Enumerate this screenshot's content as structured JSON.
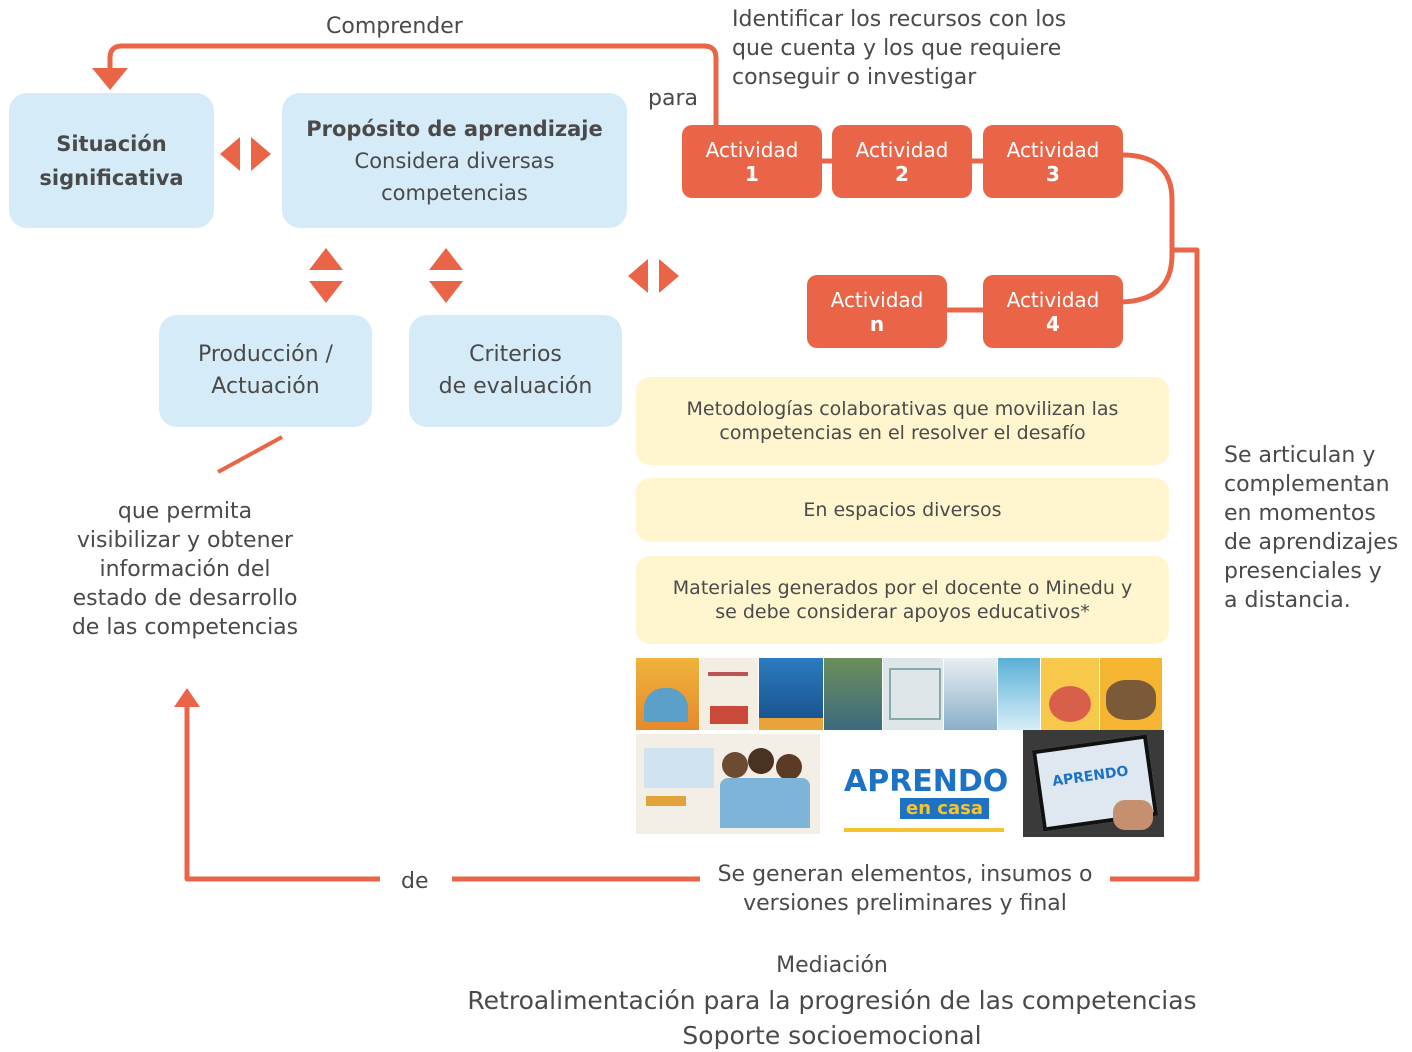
{
  "labels": {
    "comprender": "Comprender",
    "identificar": [
      "Identificar los recursos con los",
      "que cuenta y los que requiere",
      "conseguir o investigar"
    ],
    "para": "para",
    "de": "de",
    "que_permita": [
      "que permita",
      "visibilizar y obtener",
      "información del",
      "estado de desarrollo",
      "de las competencias"
    ],
    "se_articulan": [
      "Se articulan y",
      "complementan",
      "en momentos",
      "de aprendizajes",
      "presenciales y",
      "a distancia."
    ],
    "se_generan": [
      "Se generan elementos, insumos o",
      "versiones preliminares y final"
    ]
  },
  "boxes": {
    "situacion": [
      "Situación",
      "significativa"
    ],
    "proposito_title": "Propósito de aprendizaje",
    "proposito_sub": [
      "Considera diversas",
      "competencias"
    ],
    "produccion": [
      "Producción /",
      "Actuación"
    ],
    "criterios": [
      "Criterios",
      "de evaluación"
    ]
  },
  "activities": [
    {
      "label": "Actividad",
      "num": "1"
    },
    {
      "label": "Actividad",
      "num": "2"
    },
    {
      "label": "Actividad",
      "num": "3"
    },
    {
      "label": "Actividad",
      "num": "n"
    },
    {
      "label": "Actividad",
      "num": "4"
    }
  ],
  "notes": {
    "metodologias": [
      "Metodologías colaborativas que movilizan las",
      "competencias en el resolver el desafío"
    ],
    "espacios": "En espacios diversos",
    "materiales": [
      "Materiales generados por el docente o Minedu y",
      "se debe considerar apoyos educativos*"
    ]
  },
  "footer": {
    "mediacion": "Mediación",
    "retro": "Retroalimentación para la progresión de las competencias",
    "soporte": "Soporte socioemocional"
  },
  "images": {
    "aprendo_logo": [
      "APRENDO",
      "en casa"
    ],
    "tablet_text": "APRENDO"
  },
  "colors": {
    "accent": "#ea6547",
    "box_blue": "#d6ebf8",
    "box_yellow": "#fff6cf",
    "text": "#4a4a4a"
  }
}
